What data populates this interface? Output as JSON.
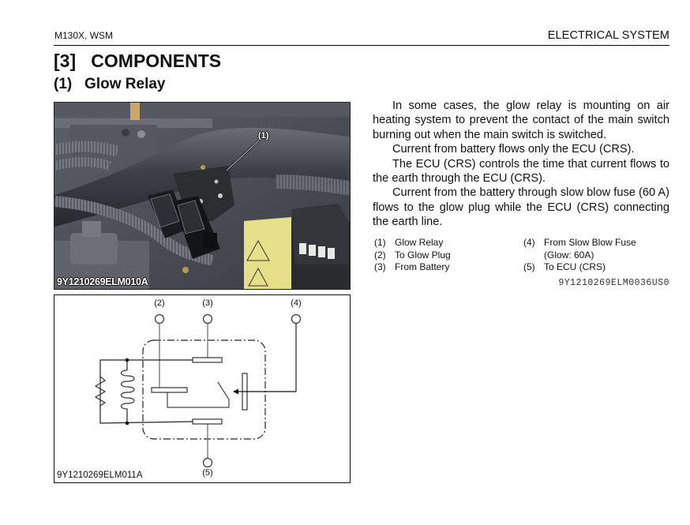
{
  "header": {
    "left": "M130X, WSM",
    "right": "ELECTRICAL SYSTEM"
  },
  "section": {
    "number": "[3]",
    "title": "COMPONENTS",
    "full": "[3]   COMPONENTS"
  },
  "subsection": {
    "number": "(1)",
    "title": "Glow Relay",
    "full": "(1)   Glow Relay"
  },
  "photo": {
    "code": "9Y1210269ELM010A",
    "callout": "(1)",
    "description": "Engine compartment photo showing the glow relay mounted on a bracket"
  },
  "diagram": {
    "code": "9Y1210269ELM011A",
    "labels": {
      "t2": "(2)",
      "t3": "(3)",
      "t4": "(4)",
      "t5": "(5)"
    }
  },
  "body": {
    "paragraphs": [
      "In some cases, the glow relay is mounting on air heating system to prevent the contact of the main switch burning out when the main switch is switched.",
      "Current from battery flows only the ECU (CRS).",
      "The ECU (CRS) controls the time that current flows to the earth through the ECU (CRS).",
      "Current from the battery through slow blow fuse (60 A) flows to the glow plug while the ECU (CRS) connecting the earth line."
    ]
  },
  "legend": {
    "items": [
      {
        "num": "(1)",
        "label": "Glow Relay"
      },
      {
        "num": "(2)",
        "label": "To Glow Plug"
      },
      {
        "num": "(3)",
        "label": "From Battery"
      },
      {
        "num": "(4)",
        "label": "From Slow Blow Fuse",
        "label2": "(Glow: 60A)"
      },
      {
        "num": "(5)",
        "label": "To ECU (CRS)"
      }
    ],
    "ref_code": "9Y1210269ELM0036US0"
  }
}
